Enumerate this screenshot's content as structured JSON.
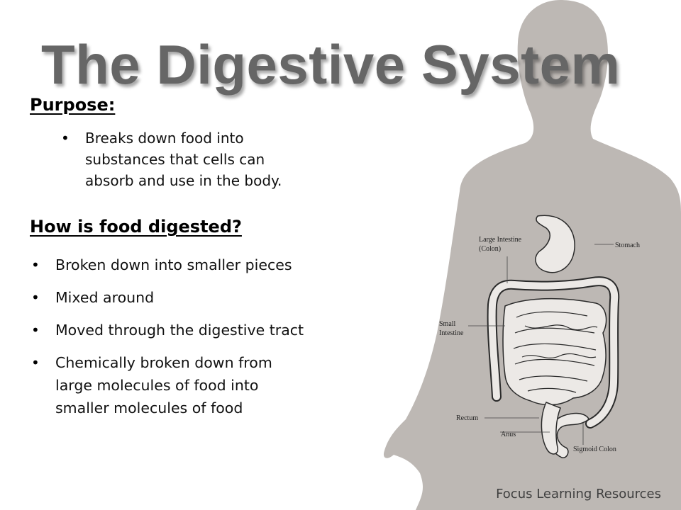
{
  "slide": {
    "title": "The Digestive System",
    "purpose": {
      "heading": "Purpose:",
      "items": [
        "Breaks down food into\nsubstances that cells can\nabsorb and use in the body."
      ]
    },
    "how_digested": {
      "heading": "How is food digested?",
      "items": [
        "Broken down into smaller pieces",
        "Mixed around",
        "Moved through the digestive tract",
        "Chemically broken down from\nlarge molecules of food into\nsmaller molecules of food"
      ]
    },
    "diagram": {
      "labels": {
        "large_intestine_1": "Large Intestine",
        "large_intestine_2": "(Colon)",
        "stomach": "Stomach",
        "small_intestine_1": "Small",
        "small_intestine_2": "Intestine",
        "rectum": "Rectum",
        "anus": "Anus",
        "sigmoid_colon": "Sigmoid Colon"
      }
    },
    "credit": "Focus Learning Resources",
    "colors": {
      "silhouette": "#bdb8b4",
      "title": "#666666",
      "organ_fill": "#ece9e6",
      "organ_stroke": "#2a2a2a"
    }
  }
}
